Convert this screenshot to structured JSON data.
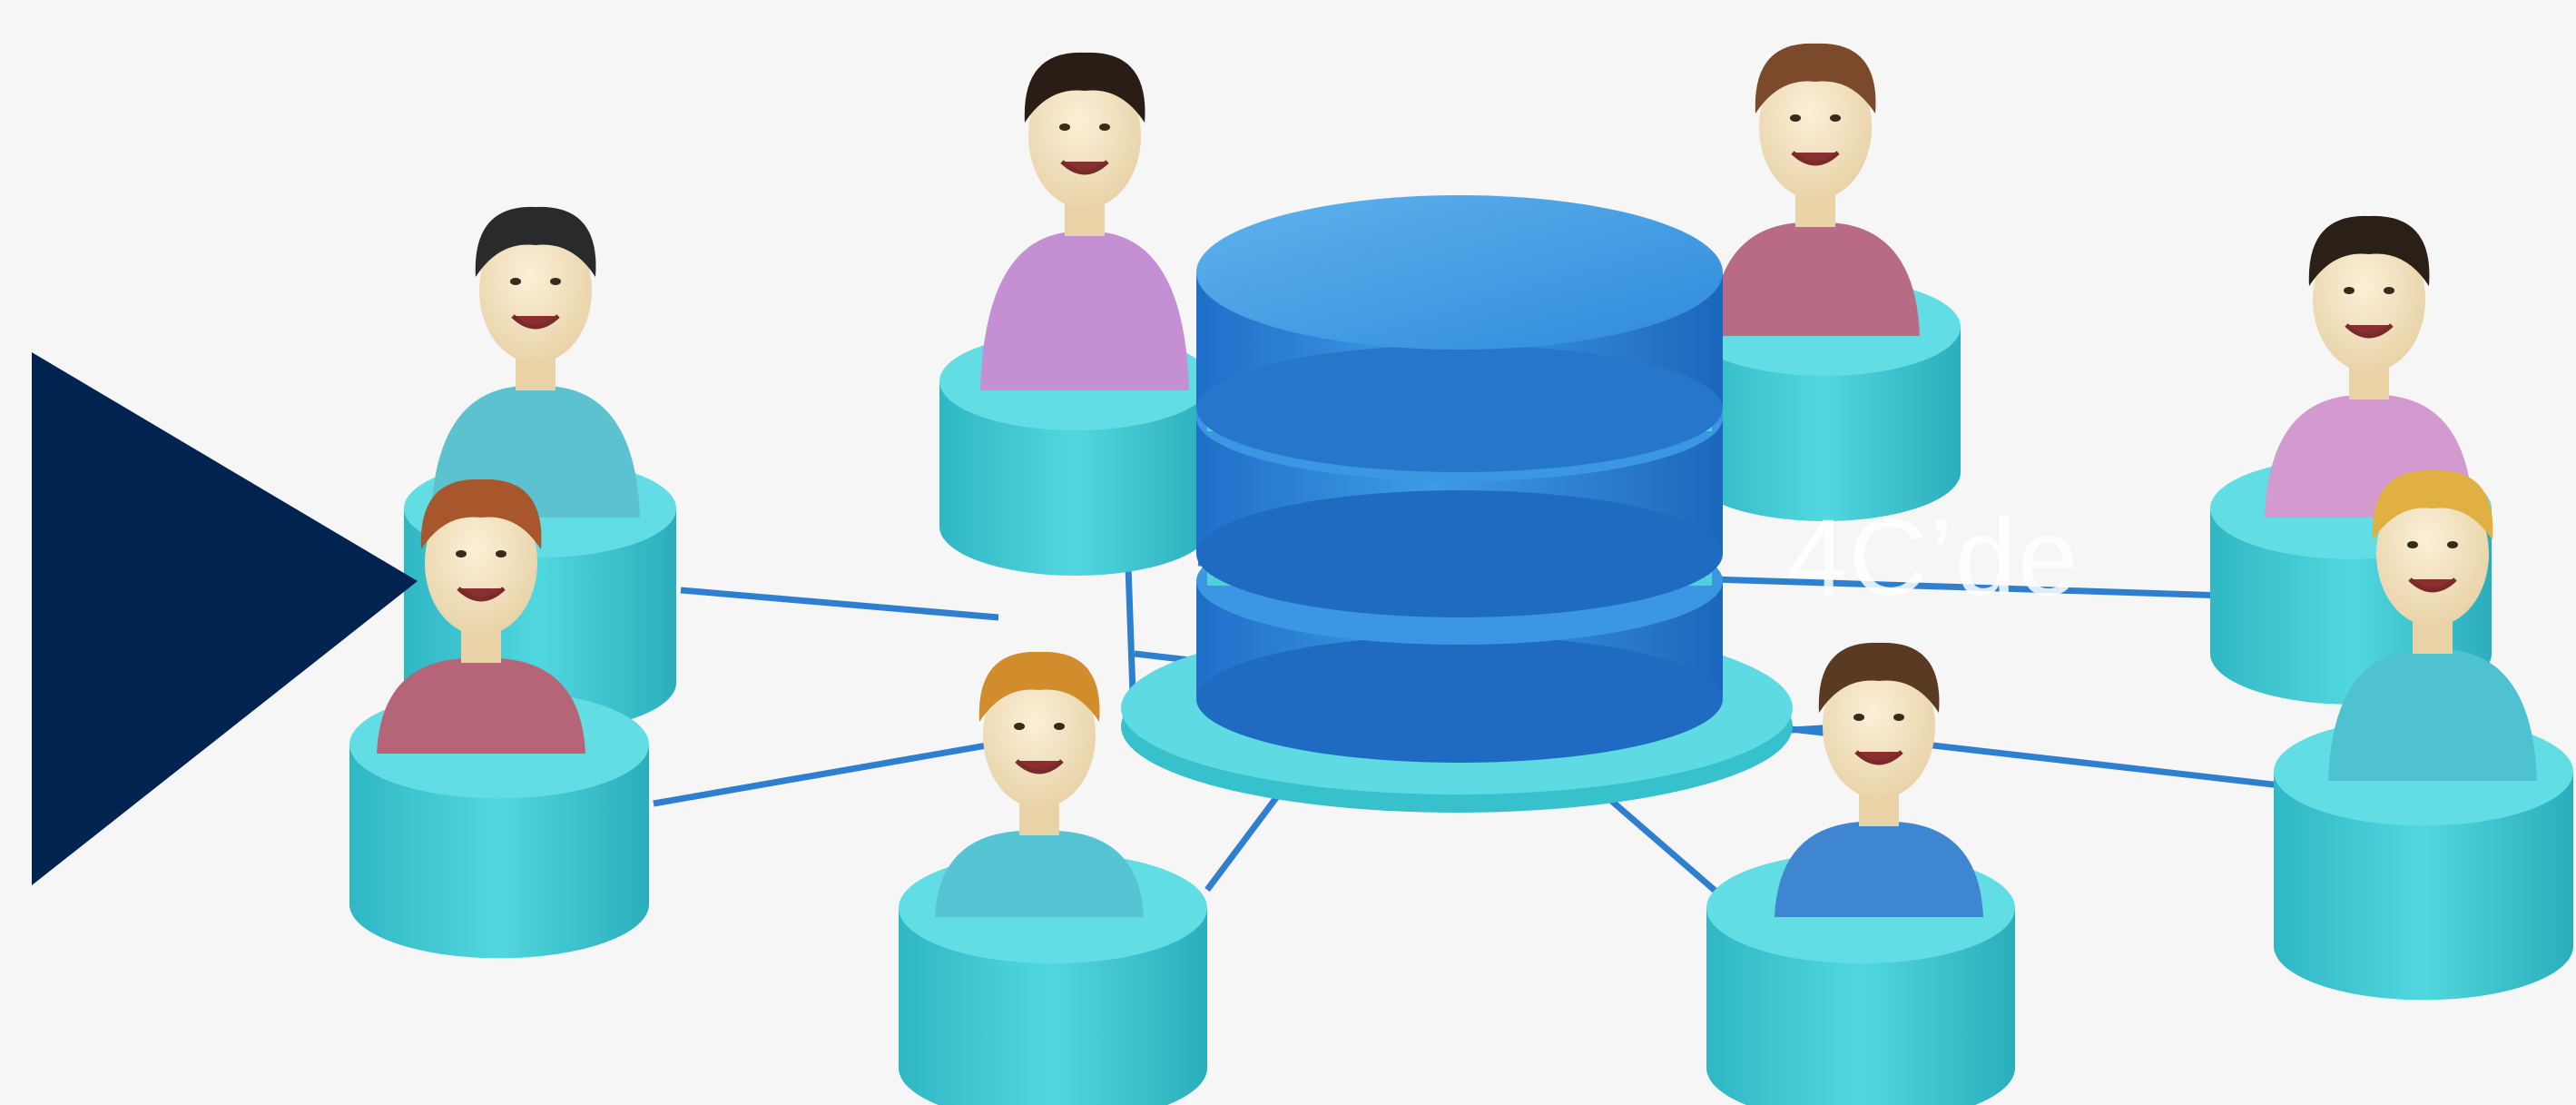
{
  "overlay": {
    "text": "4C’de"
  },
  "scene": {
    "description_icons": {
      "arrow": "play-triangle",
      "central": "database-cylinder",
      "figures": "person-on-pedestal"
    },
    "colors": {
      "background": "#f6f6f6",
      "arrow": "#00234f",
      "pedestal": "#3ec9d3",
      "pedestal_top": "#5fdde2",
      "database": "#2f8fde",
      "database_band": "#52d2db",
      "link": "#2f7fd0"
    },
    "people": [
      {
        "hair": "#2a1d16",
        "shirt": "#c58fd4"
      },
      {
        "hair": "#7a4a2a",
        "shirt": "#b96a85"
      },
      {
        "hair": "#2a2a2a",
        "shirt": "#5cc2d0"
      },
      {
        "hair": "#a8562c",
        "shirt": "#b66478"
      },
      {
        "hair": "#d18c2c",
        "shirt": "#57c4d4"
      },
      {
        "hair": "#5a3a22",
        "shirt": "#3f86d1"
      },
      {
        "hair": "#2a2018",
        "shirt": "#d39ad0"
      },
      {
        "hair": "#e0b043",
        "shirt": "#4fc2d2"
      }
    ]
  }
}
